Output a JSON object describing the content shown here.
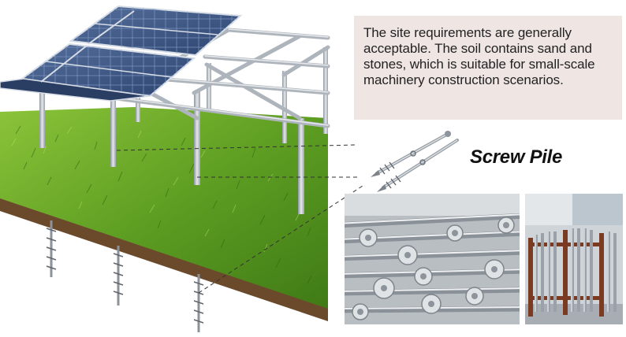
{
  "description": {
    "text": "The site requirements are generally acceptable. The soil contains sand and stones, which is suitable for small-scale machinery construction scenarios."
  },
  "product": {
    "label": "Screw Pile"
  },
  "icons": {
    "solar_panel_mount_scene": "solar-array-illustration",
    "screw_pile_detail": "screw-pile-icon",
    "pile_stack_photo": "pile-stack-photo",
    "pile_rack_photo": "pile-rack-photo"
  },
  "colors": {
    "description_bg": "#efe6e4",
    "grass": "#6fae2a",
    "soil": "#7a5a3a",
    "panel": "#3f5a86",
    "steel": "#c8ccd1"
  }
}
